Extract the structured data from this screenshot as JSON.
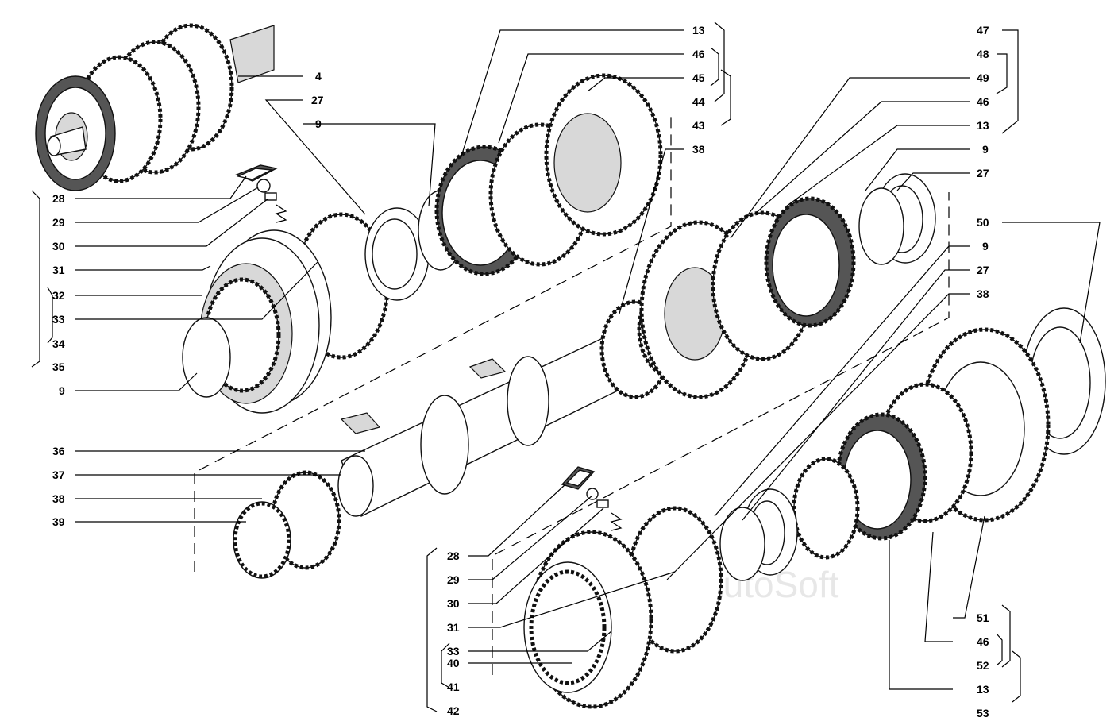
{
  "watermark": "AutoSoft",
  "callouts": [
    {
      "id": "c-4",
      "text": "4"
    },
    {
      "id": "c-27a",
      "text": "27"
    },
    {
      "id": "c-9a",
      "text": "9"
    },
    {
      "id": "c-13a",
      "text": "13"
    },
    {
      "id": "c-46a",
      "text": "46"
    },
    {
      "id": "c-45",
      "text": "45"
    },
    {
      "id": "c-44",
      "text": "44"
    },
    {
      "id": "c-43",
      "text": "43"
    },
    {
      "id": "c-38a",
      "text": "38"
    },
    {
      "id": "c-47",
      "text": "47"
    },
    {
      "id": "c-48",
      "text": "48"
    },
    {
      "id": "c-49",
      "text": "49"
    },
    {
      "id": "c-46b",
      "text": "46"
    },
    {
      "id": "c-13b",
      "text": "13"
    },
    {
      "id": "c-9b",
      "text": "9"
    },
    {
      "id": "c-27b",
      "text": "27"
    },
    {
      "id": "c-50",
      "text": "50"
    },
    {
      "id": "c-9c",
      "text": "9"
    },
    {
      "id": "c-27c",
      "text": "27"
    },
    {
      "id": "c-38b",
      "text": "38"
    },
    {
      "id": "c-28a",
      "text": "28"
    },
    {
      "id": "c-29a",
      "text": "29"
    },
    {
      "id": "c-30a",
      "text": "30"
    },
    {
      "id": "c-31a",
      "text": "31"
    },
    {
      "id": "c-32",
      "text": "32"
    },
    {
      "id": "c-33a",
      "text": "33"
    },
    {
      "id": "c-34",
      "text": "34"
    },
    {
      "id": "c-35",
      "text": "35"
    },
    {
      "id": "c-9d",
      "text": "9"
    },
    {
      "id": "c-36",
      "text": "36"
    },
    {
      "id": "c-37",
      "text": "37"
    },
    {
      "id": "c-38c",
      "text": "38"
    },
    {
      "id": "c-39",
      "text": "39"
    },
    {
      "id": "c-28b",
      "text": "28"
    },
    {
      "id": "c-29b",
      "text": "29"
    },
    {
      "id": "c-30b",
      "text": "30"
    },
    {
      "id": "c-31b",
      "text": "31"
    },
    {
      "id": "c-33b",
      "text": "33"
    },
    {
      "id": "c-40",
      "text": "40"
    },
    {
      "id": "c-41",
      "text": "41"
    },
    {
      "id": "c-42",
      "text": "42"
    },
    {
      "id": "c-51",
      "text": "51"
    },
    {
      "id": "c-46c",
      "text": "46"
    },
    {
      "id": "c-52",
      "text": "52"
    },
    {
      "id": "c-13c",
      "text": "13"
    },
    {
      "id": "c-53",
      "text": "53"
    }
  ]
}
